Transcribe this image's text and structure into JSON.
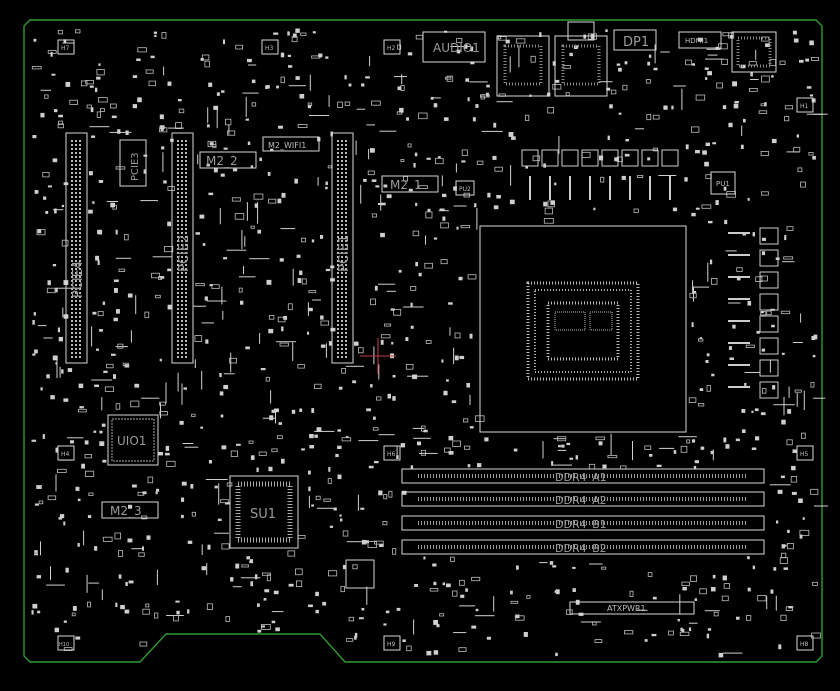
{
  "colors": {
    "background": "#000000",
    "outline": "#2f9a2f",
    "silkscreen": "#d8d8d8",
    "label": "#9a9a9a",
    "crosshair": "#c0454a"
  },
  "mount_holes": [
    "H7",
    "H3",
    "H2",
    "H1",
    "H4",
    "H6",
    "H5",
    "H9",
    "H8",
    "H10"
  ],
  "slots": {
    "pcie": [
      "PCIE4",
      "PCIE2",
      "PCIE1",
      "PCIE3"
    ],
    "m2": [
      "M2_2",
      "M2_1",
      "M2_3",
      "M2_WIFI1"
    ]
  },
  "dimm_slots": [
    "DDR4_A1",
    "DDR4_A2",
    "DDR4_B1",
    "DDR4_B2"
  ],
  "io_connectors": [
    "AUDIO1",
    "DP1",
    "HDMI1"
  ],
  "chips": [
    "UIO1",
    "SU1",
    "PU1",
    "PU2"
  ],
  "power_connector": "ATXPWR1"
}
